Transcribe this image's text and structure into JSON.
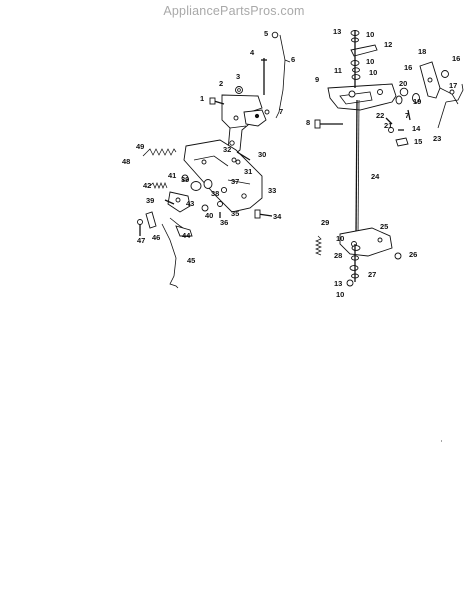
{
  "watermark": "AppliancePartsPros.com",
  "part_numbers": [
    "1",
    "2",
    "3",
    "4",
    "5",
    "6",
    "7",
    "8",
    "9",
    "10",
    "11",
    "12",
    "13",
    "14",
    "15",
    "16",
    "17",
    "18",
    "19",
    "20",
    "21",
    "22",
    "23",
    "24",
    "25",
    "26",
    "27",
    "28",
    "29",
    "30",
    "31",
    "32",
    "33",
    "34",
    "35",
    "36",
    "37",
    "38",
    "39",
    "40",
    "41",
    "42",
    "43",
    "44",
    "45",
    "46",
    "47",
    "48",
    "49"
  ]
}
